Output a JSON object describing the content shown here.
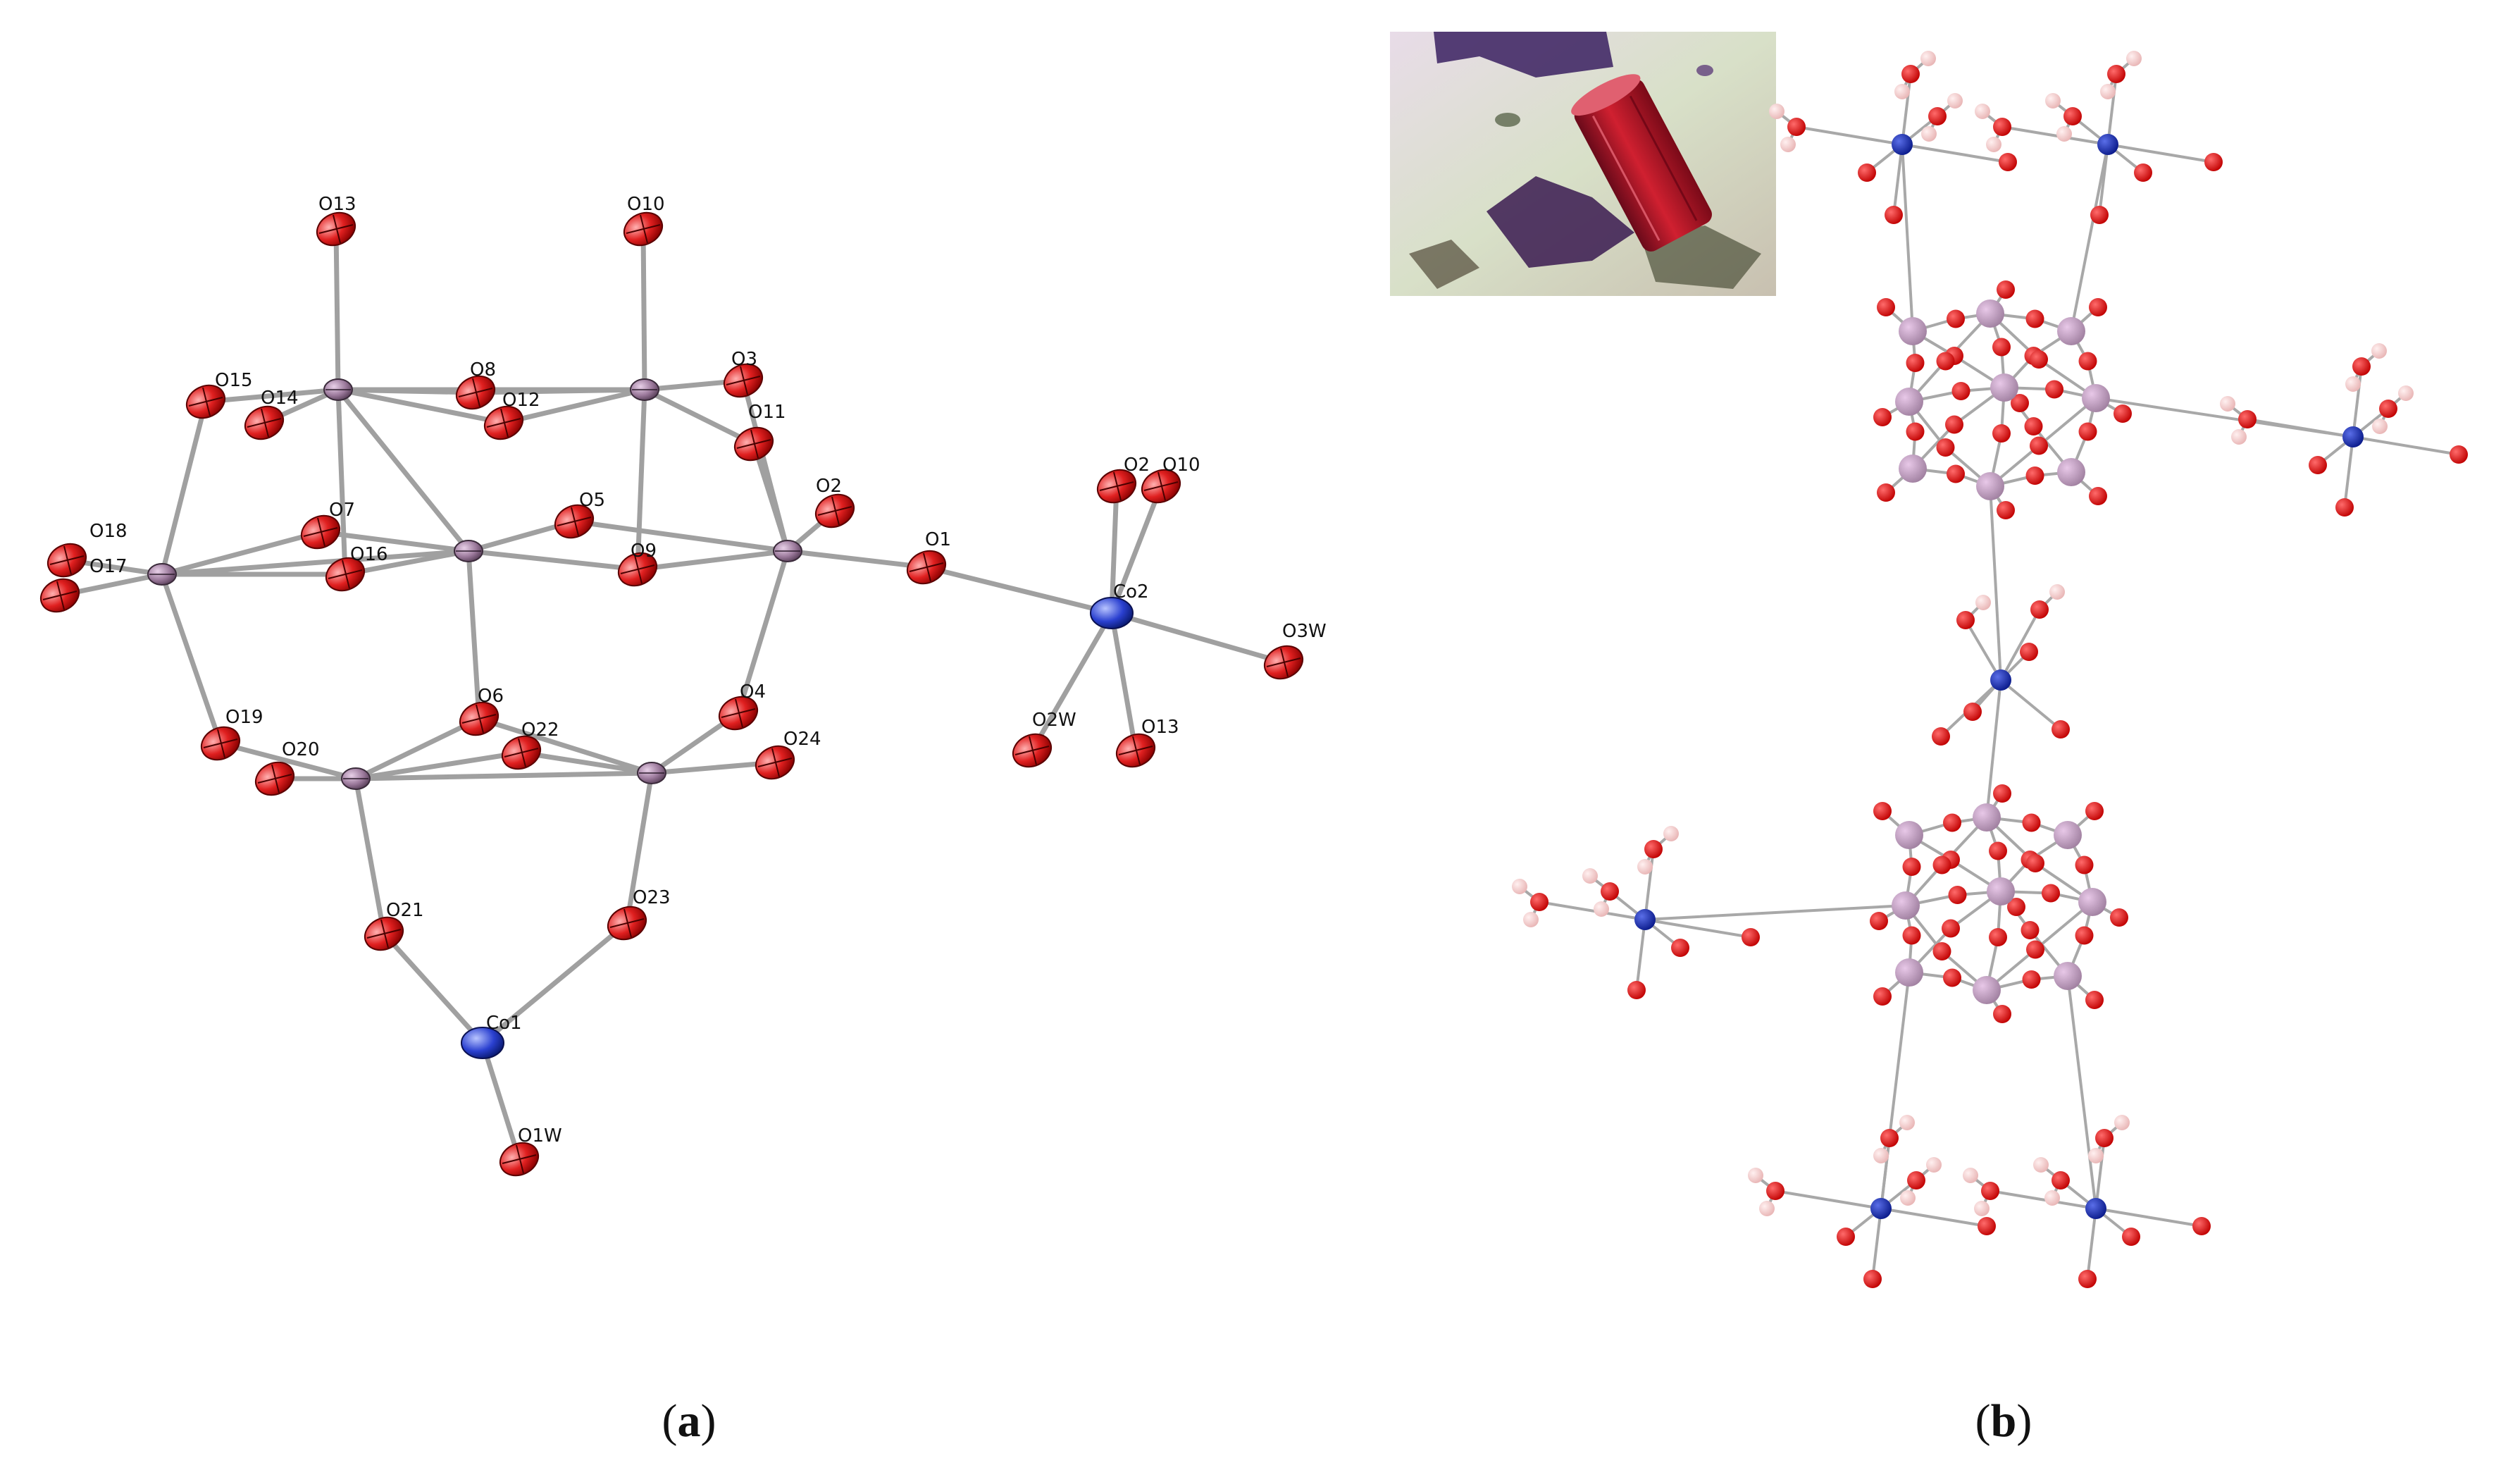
{
  "figure": {
    "panel_a": {
      "caption": {
        "open": "(",
        "letter": "a",
        "close": ")"
      },
      "labels": [
        "O13",
        "O10",
        "O15",
        "O14",
        "O8",
        "O12",
        "O3",
        "O11",
        "O2",
        "O18",
        "O17",
        "O7",
        "O16",
        "O5",
        "O9",
        "O1",
        "O2",
        "O10",
        "Co2",
        "O3W",
        "O19",
        "O20",
        "O6",
        "O22",
        "O4",
        "O24",
        "O2W",
        "O13",
        "O21",
        "O23",
        "Co1",
        "O1W"
      ]
    },
    "panel_b": {
      "caption": {
        "open": "(",
        "letter": "b",
        "close": ")"
      },
      "inset": "crystal-photo"
    },
    "colors": {
      "oxygen": "#d40000",
      "oxygen_light": "#f29090",
      "hydrogen": "#f2c8c8",
      "mo_metal": "#9c7a9c",
      "mo_metal_light": "#c6a3c6",
      "cobalt": "#0a2aa0",
      "cobalt_light": "#7a88e8",
      "bond": "#a8a8a8"
    }
  }
}
